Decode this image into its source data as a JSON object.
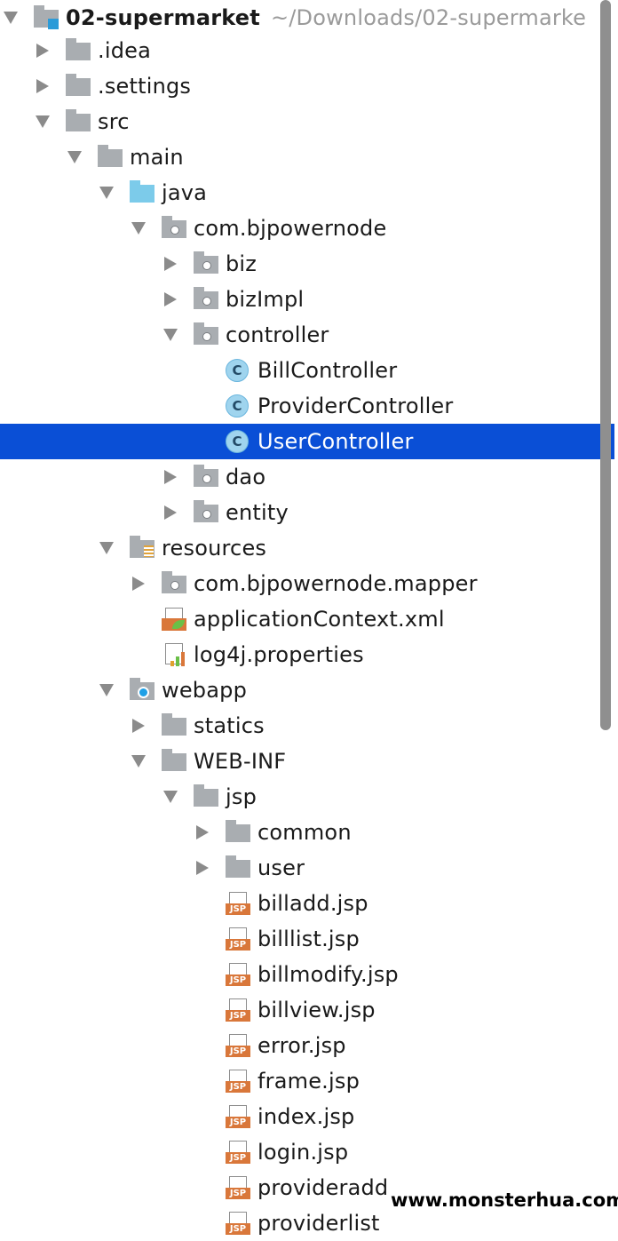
{
  "project": {
    "name": "02-supermarket",
    "path": "~/Downloads/02-supermarke"
  },
  "tree": {
    "idea": ".idea",
    "settings": ".settings",
    "src": "src",
    "main": "main",
    "java": "java",
    "pkg": "com.bjpowernode",
    "biz": "biz",
    "bizImpl": "bizImpl",
    "controller": "controller",
    "billController": "BillController",
    "providerController": "ProviderController",
    "userController": "UserController",
    "dao": "dao",
    "entity": "entity",
    "resources": "resources",
    "mapperPkg": "com.bjpowernode.mapper",
    "appContext": "applicationContext.xml",
    "log4j": "log4j.properties",
    "webapp": "webapp",
    "statics": "statics",
    "webinf": "WEB-INF",
    "jsp": "jsp",
    "common": "common",
    "user": "user",
    "files": {
      "billadd": "billadd.jsp",
      "billlist": "billlist.jsp",
      "billmodify": "billmodify.jsp",
      "billview": "billview.jsp",
      "error": "error.jsp",
      "frame": "frame.jsp",
      "index": "index.jsp",
      "login": "login.jsp",
      "provideradd": "provideradd",
      "providerlist": "providerlist"
    }
  },
  "icons": {
    "class_letter": "C",
    "jsp_badge": "JSP"
  },
  "selected_item": "UserController",
  "watermark": "www.monsterhua.com",
  "colors": {
    "selection": "#0a4fd6",
    "folder": "#a9adb1",
    "source_folder": "#7ccbea",
    "jsp_badge": "#d9773a"
  }
}
